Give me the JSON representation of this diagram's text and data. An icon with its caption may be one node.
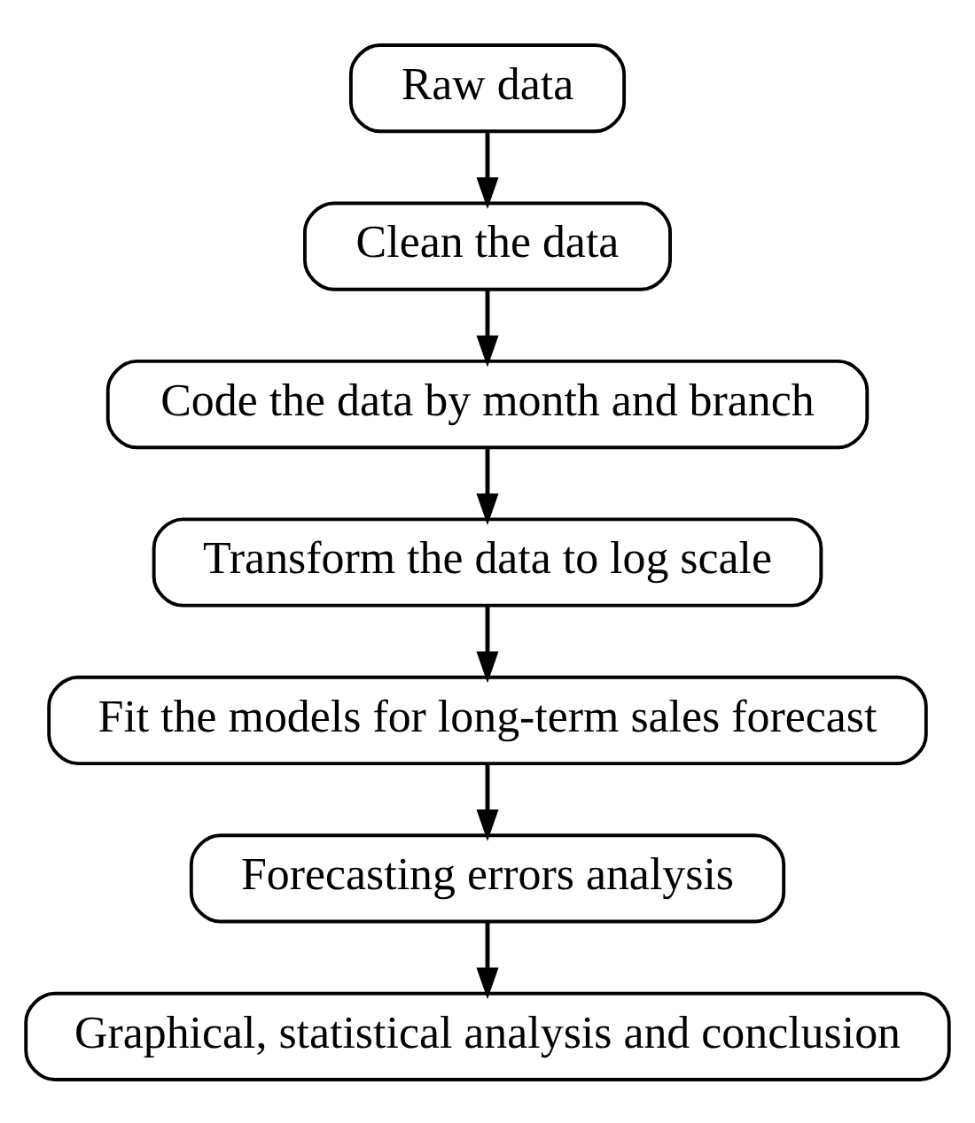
{
  "diagram": {
    "nodes": [
      {
        "text": [
          "Raw data"
        ]
      },
      {
        "text": [
          "Clean the data"
        ]
      },
      {
        "text": [
          "Code the data by month and branch"
        ]
      },
      {
        "text": [
          "Transform the data to log scale"
        ]
      },
      {
        "text": [
          "Fit the models for long-term sales forecast"
        ]
      },
      {
        "text": [
          "Forecasting errors analysis"
        ]
      },
      {
        "text": [
          "Graphical, statistical analysis and conclusion"
        ]
      }
    ],
    "edges": [
      {
        "from": 0,
        "to": 1,
        "arrow": "to"
      },
      {
        "from": 1,
        "to": 2,
        "arrow": "to"
      },
      {
        "from": 2,
        "to": 3,
        "arrow": "to"
      },
      {
        "from": 3,
        "to": 4,
        "arrow": "to"
      },
      {
        "from": 4,
        "to": 5,
        "arrow": "to"
      },
      {
        "from": 5,
        "to": 6,
        "arrow": "to"
      }
    ]
  }
}
